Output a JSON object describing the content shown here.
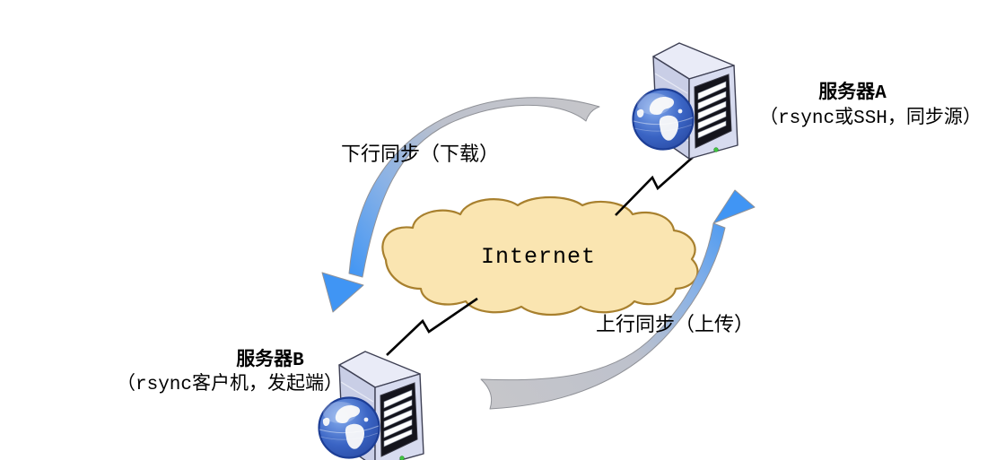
{
  "diagram": {
    "internet": {
      "label": "Internet"
    },
    "server_a": {
      "title": "服务器A",
      "subtitle": "（rsync或SSH，同步源）"
    },
    "server_b": {
      "title": "服务器B",
      "subtitle": "（rsync客户机，发起端）"
    },
    "flows": {
      "down": "下行同步（下载）",
      "up": "上行同步（上传）"
    },
    "colors": {
      "cloud_fill": "#FAE5B1",
      "cloud_stroke": "#A8802E",
      "arrow_blue": "#4095F4",
      "arrow_gray": "#C6C6CA",
      "link_color": "#000000"
    }
  }
}
